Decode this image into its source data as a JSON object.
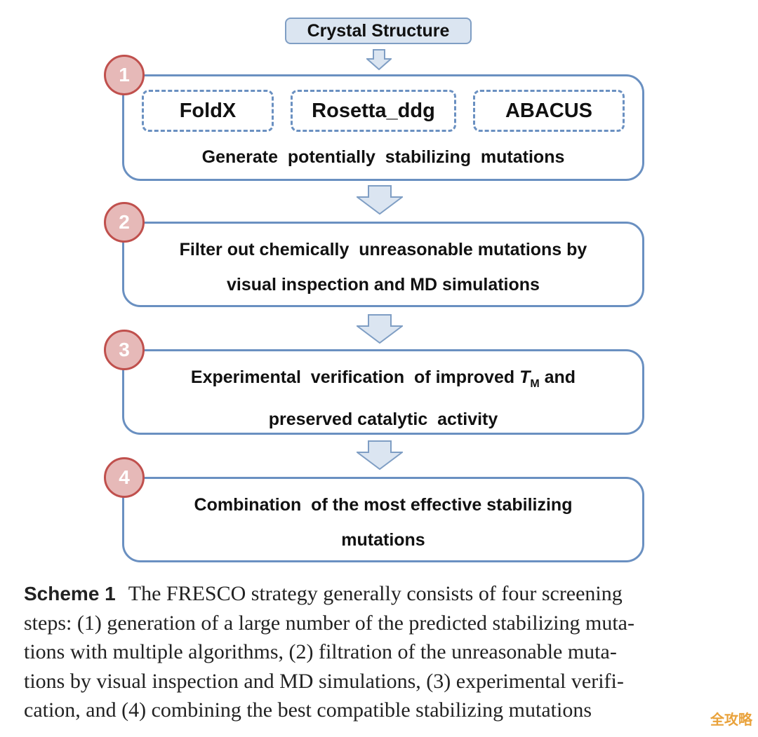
{
  "top": {
    "label": "Crystal Structure"
  },
  "steps": [
    {
      "number": "1",
      "tools": [
        "FoldX",
        "Rosetta_ddg",
        "ABACUS"
      ],
      "line1": "Generate  potentially  stabilizing  mutations"
    },
    {
      "number": "2",
      "line1": "Filter out chemically  unreasonable mutations by",
      "line2": "visual inspection and MD simulations"
    },
    {
      "number": "3",
      "line1_pre": "Experimental  verification  of improved ",
      "line1_T": "T",
      "line1_sub": "M",
      "line1_post": " and",
      "line2": "preserved catalytic  activity"
    },
    {
      "number": "4",
      "line1": "Combination  of the most effective stabilizing",
      "line2": "mutations"
    }
  ],
  "caption": {
    "label": "Scheme 1",
    "lines": [
      "The FRESCO strategy generally consists of four screening",
      "steps: (1) generation of a large number of the predicted stabilizing muta-",
      "tions with multiple algorithms, (2) filtration of the unreasonable muta-",
      "tions by visual inspection and MD simulations, (3) experimental verifi-",
      "cation, and (4) combining the best compatible stabilizing mutations"
    ]
  },
  "watermark": "全攻略",
  "colors": {
    "box_border": "#6a90c1",
    "badge_fill": "#e6b9b8",
    "badge_border": "#c0504d",
    "arrow_fill": "#dbe5f1"
  }
}
